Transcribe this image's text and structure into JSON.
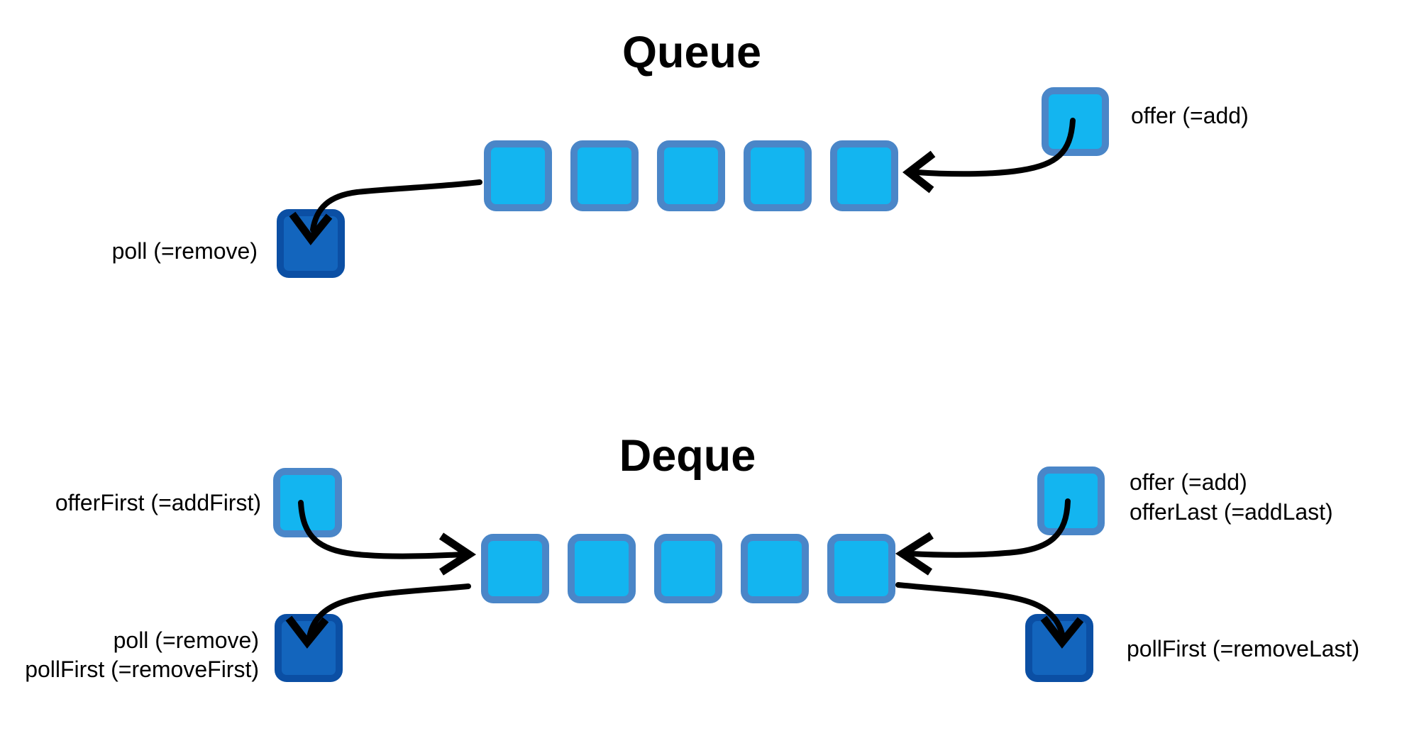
{
  "colors": {
    "background": "#ffffff",
    "cell_fill": "#13b5f0",
    "cell_border": "#4a86c8",
    "removed_fill": "#1365bd",
    "removed_border": "#0b4fa4",
    "arrow": "#000000",
    "text": "#000000"
  },
  "queue": {
    "title": "Queue",
    "cell_count": 5,
    "enqueue_label": "offer (=add)",
    "dequeue_label": "poll (=remove)"
  },
  "deque": {
    "title": "Deque",
    "cell_count": 5,
    "offer_first_label": "offerFirst (=addFirst)",
    "offer_label": "offer (=add)",
    "offer_last_label": "offerLast (=addLast)",
    "poll_label": "poll (=remove)",
    "poll_first_label": "pollFirst (=removeFirst)",
    "poll_last_label": "pollFirst (=removeLast)"
  }
}
